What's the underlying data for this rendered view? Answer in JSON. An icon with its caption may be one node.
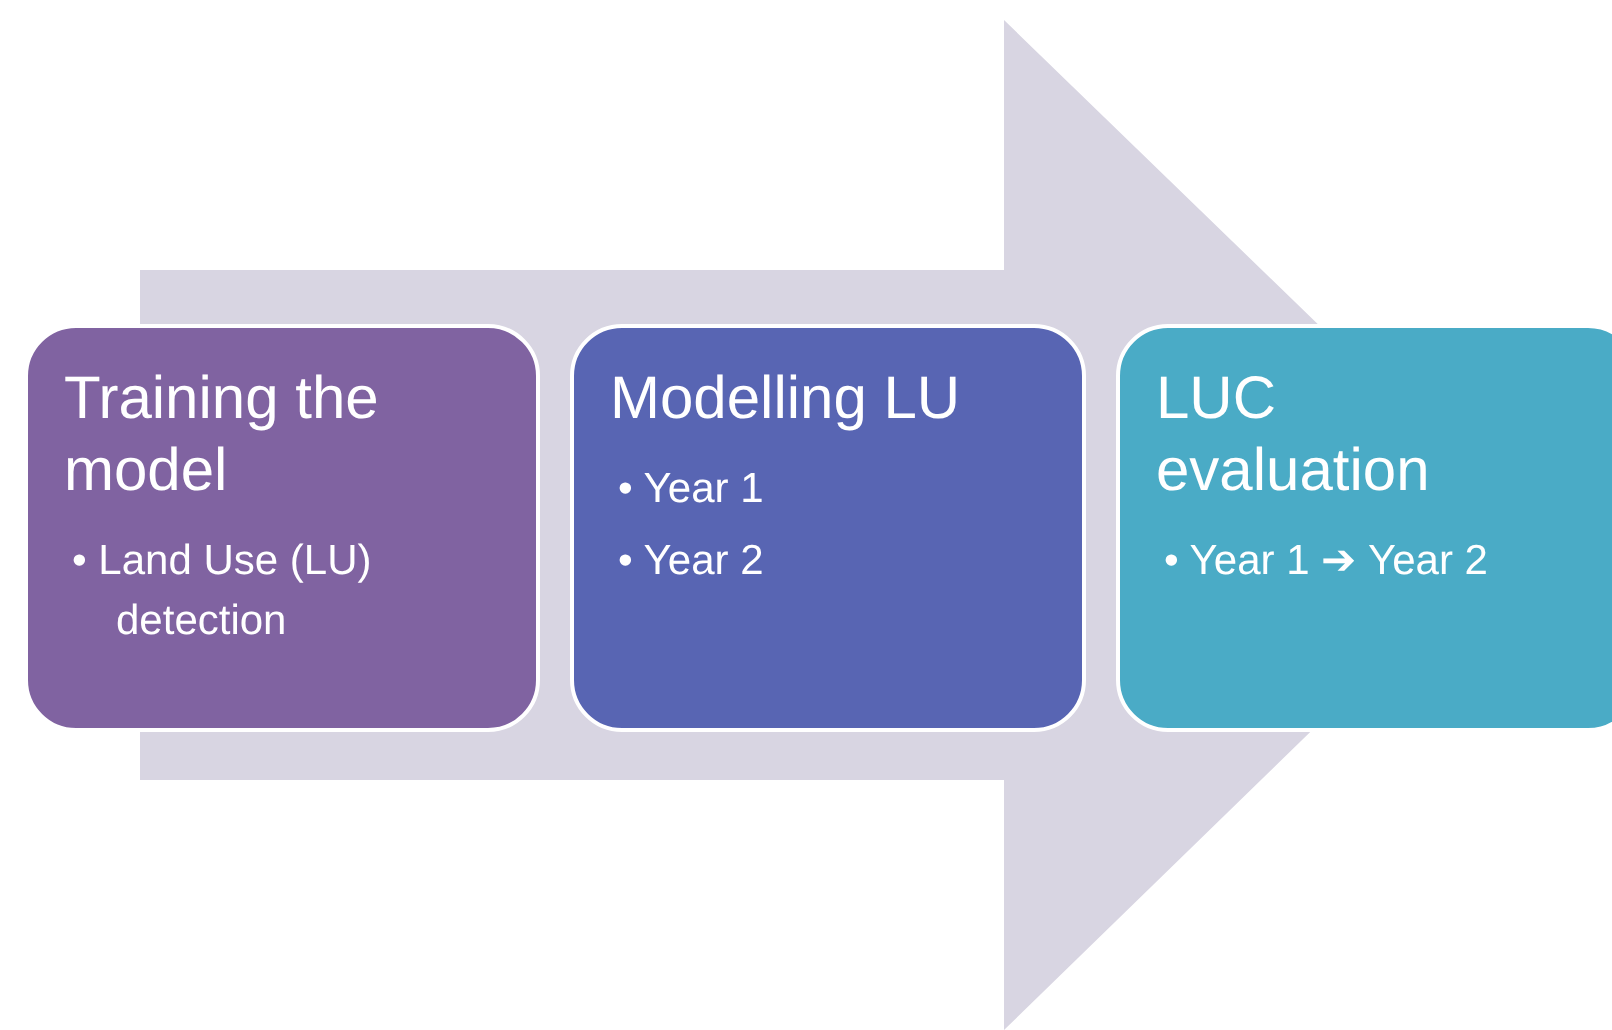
{
  "diagram": {
    "nodes": [
      {
        "text": [
          "Training the model",
          "• Land Use (LU) detection"
        ]
      },
      {
        "text": [
          "Modelling LU",
          "• Year 1",
          "• Year 2"
        ]
      },
      {
        "text": [
          "LUC evaluation",
          "• Year 1 ➔ Year 2"
        ]
      }
    ],
    "edges": [
      {
        "from": 0,
        "to": 2,
        "arrow": "to",
        "style": "thick"
      }
    ]
  }
}
